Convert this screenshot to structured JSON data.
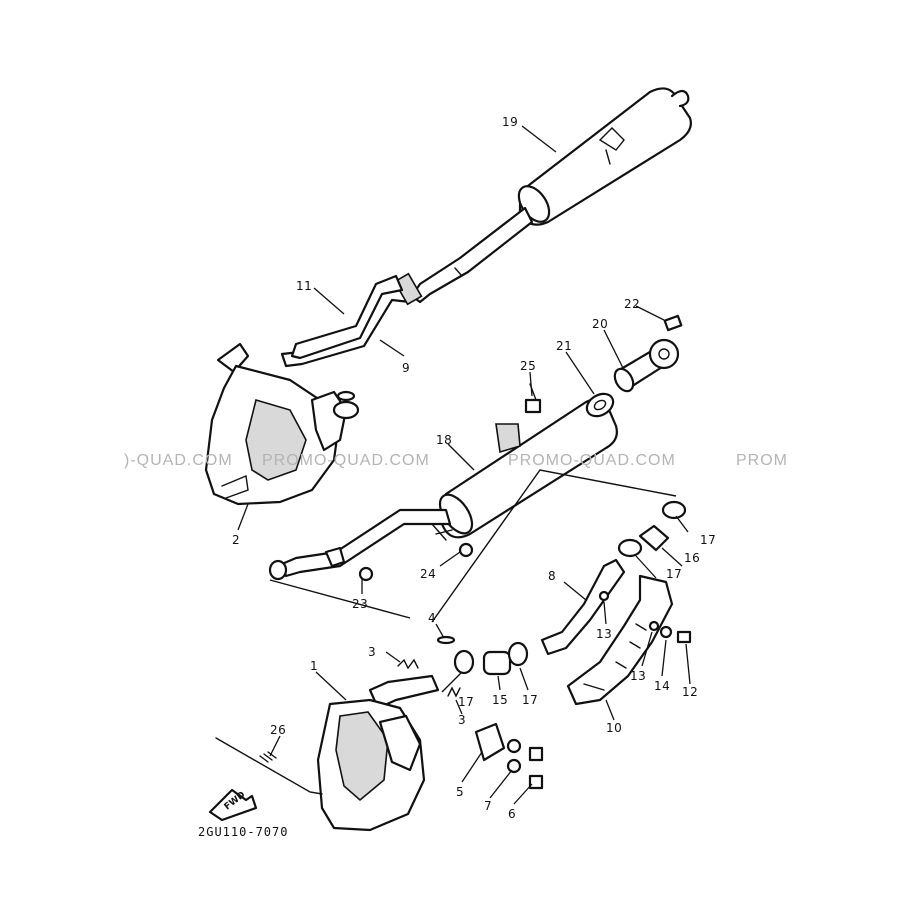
{
  "watermark": {
    "segments": [
      ")-QUAD.COM",
      "PROMO-QUAD.COM",
      "PROMO-QUAD.COM",
      "PROM"
    ]
  },
  "drawing_code": "2GU110-7070",
  "fwd_label": "FWD",
  "callouts": {
    "c1": "1",
    "c2": "2",
    "c3a": "3",
    "c3b": "3",
    "c4": "4",
    "c5": "5",
    "c6": "6",
    "c7": "7",
    "c8": "8",
    "c9": "9",
    "c10": "10",
    "c11": "11",
    "c12": "12",
    "c13a": "13",
    "c13b": "13",
    "c14": "14",
    "c15": "15",
    "c16": "16",
    "c17a": "17",
    "c17b": "17",
    "c17c": "17",
    "c17d": "17",
    "c18": "18",
    "c19": "19",
    "c20": "20",
    "c21": "21",
    "c22": "22",
    "c23": "23",
    "c24": "24",
    "c25": "25",
    "c26": "26"
  }
}
